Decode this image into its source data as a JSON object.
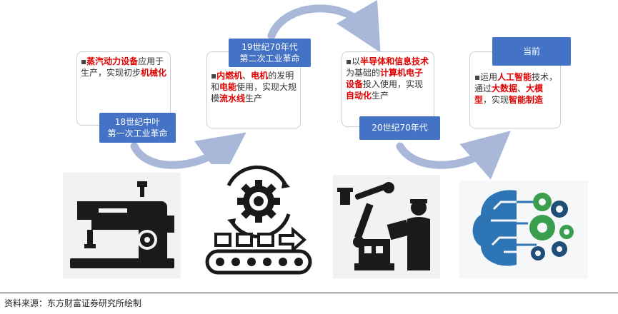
{
  "stages": [
    {
      "header_lines": [
        "18世纪中叶",
        "第一次工业革命"
      ],
      "segments": [
        {
          "t": "蒸汽动力设备",
          "h": true
        },
        {
          "t": "应用于生产，实现初步",
          "h": false
        },
        {
          "t": "机械化",
          "h": true
        }
      ]
    },
    {
      "header_lines": [
        "19世纪70年代",
        "第二次工业革命"
      ],
      "segments": [
        {
          "t": "内燃机",
          "h": true
        },
        {
          "t": "、",
          "h": false
        },
        {
          "t": "电机",
          "h": true
        },
        {
          "t": "的发明和",
          "h": false
        },
        {
          "t": "电能",
          "h": true
        },
        {
          "t": "使用，实现大规模",
          "h": false
        },
        {
          "t": "流水线",
          "h": true
        },
        {
          "t": "生产",
          "h": false
        }
      ]
    },
    {
      "header_lines": [
        "20世纪70年代"
      ],
      "segments": [
        {
          "t": "以",
          "h": false
        },
        {
          "t": "半导体和信息技术",
          "h": true
        },
        {
          "t": "为基础的",
          "h": false
        },
        {
          "t": "计算机电子设备",
          "h": true
        },
        {
          "t": "投入使用，实现",
          "h": false
        },
        {
          "t": "自动化",
          "h": true
        },
        {
          "t": "生产",
          "h": false
        }
      ]
    },
    {
      "header_lines": [
        "当前"
      ],
      "segments": [
        {
          "t": "运用",
          "h": false
        },
        {
          "t": "人工智能",
          "h": true
        },
        {
          "t": "技术，通过",
          "h": false
        },
        {
          "t": "大数据",
          "h": true
        },
        {
          "t": "、",
          "h": false
        },
        {
          "t": "大模型",
          "h": true
        },
        {
          "t": "，实现",
          "h": false
        },
        {
          "t": "智能制造",
          "h": true
        }
      ]
    }
  ],
  "bullet": "▪",
  "source": "资料来源：东方财富证券研究所绘制",
  "colors": {
    "highlight": "#e00000",
    "label_bg": "#4472c4",
    "arrow": "#a9b8d9",
    "icon": "#1a1a1a"
  }
}
